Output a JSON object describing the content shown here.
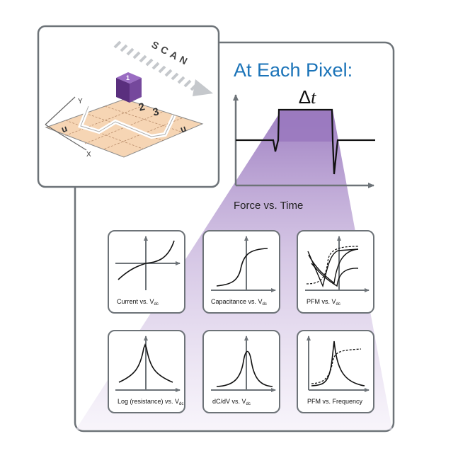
{
  "scan": {
    "label": "SCAN",
    "axis_y": "Y",
    "axis_x": "X",
    "pixel_numbers": [
      "1",
      "2",
      "3"
    ],
    "path_marks": [
      "u",
      "u"
    ]
  },
  "main": {
    "heading": "At Each Pixel:",
    "delta_symbol": "Δ",
    "delta_var": "t",
    "force_caption": "Force vs. Time"
  },
  "plots": [
    {
      "name": "Current vs. V",
      "sub": "dc"
    },
    {
      "name": "Capacitance vs. V",
      "sub": "dc"
    },
    {
      "name": "PFM vs. V",
      "sub": "dc"
    },
    {
      "name": "Log (resistance) vs. V",
      "sub": "dc"
    },
    {
      "name": "dC/dV vs. V",
      "sub": "dc"
    },
    {
      "name": "PFM vs. Frequency",
      "sub": ""
    }
  ],
  "colors": {
    "heading_blue": "#1a73b8",
    "cube_purple": "#6b3f8f",
    "grid_fill": "#f6d5b4",
    "frame_gray": "#6d7378",
    "fan_purple": "#a98fc4"
  }
}
